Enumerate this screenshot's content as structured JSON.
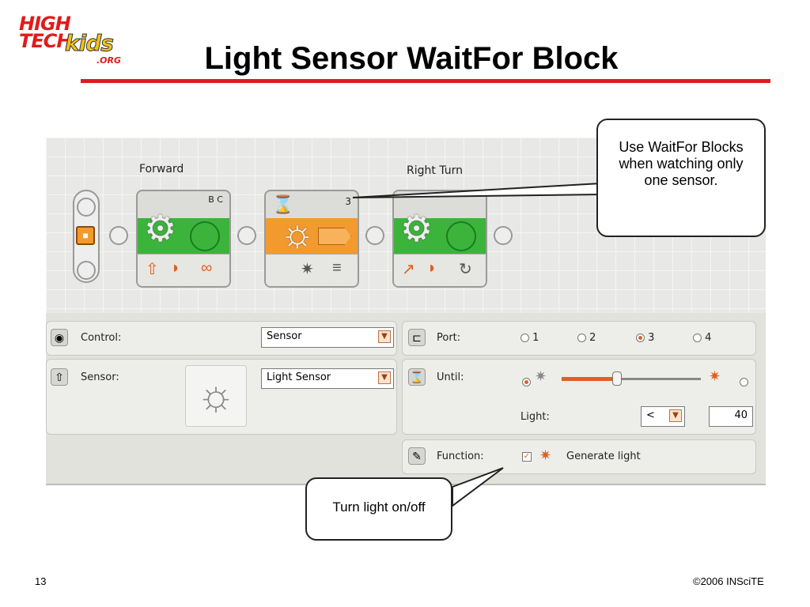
{
  "logo": {
    "line1": "HIGH",
    "line2": "TECH",
    "kids": "kids",
    "org": ".ORG"
  },
  "slide": {
    "title": "Light Sensor WaitFor Block",
    "page_number": "13",
    "copyright": "©2006 INSciTE"
  },
  "colors": {
    "accent": "#e01b1b",
    "move_band": "#3cb43c",
    "wait_band": "#f39a2e"
  },
  "blocks": [
    {
      "label": "Forward",
      "ports": "B C",
      "type": "move",
      "icons": [
        "up-arrow-icon",
        "power-icon",
        "infinity-icon"
      ]
    },
    {
      "label": "",
      "ports": "3",
      "type": "wait-light",
      "icons": [
        "light-icon",
        "list-icon"
      ]
    },
    {
      "label": "Right Turn",
      "ports": "",
      "type": "move",
      "icons": [
        "turn-arrow-icon",
        "power-icon",
        "rotate-icon"
      ]
    }
  ],
  "callouts": {
    "top": "Use WaitFor Blocks when watching only one sensor.",
    "bottom": "Turn light on/off"
  },
  "config": {
    "control_label": "Control:",
    "control_value": "Sensor",
    "sensor_label": "Sensor:",
    "sensor_value": "Light Sensor",
    "port_label": "Port:",
    "ports": [
      "1",
      "2",
      "3",
      "4"
    ],
    "port_selected": "3",
    "until_label": "Until:",
    "slider_value": 0.4,
    "light_label": "Light:",
    "compare_value": "<",
    "light_value": "40",
    "function_label": "Function:",
    "generate_light_label": "Generate light",
    "generate_light_checked": true
  }
}
